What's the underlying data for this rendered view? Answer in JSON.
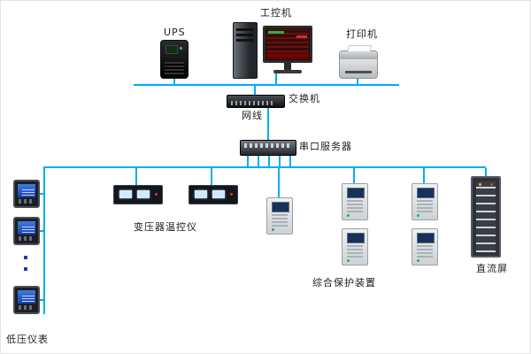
{
  "diagram": {
    "type": "network-topology",
    "line_color": "#00AEEF",
    "labels": {
      "workstation": "工控机",
      "ups": "UPS",
      "printer": "打印机",
      "switch": "交换机",
      "network_cable": "网线",
      "serial_server": "串口服务器",
      "transformer_temp_controller": "变压器温控仪",
      "protection_device": "综合保护装置",
      "dc_panel": "直流屏",
      "low_voltage_meter": "低压仪表"
    }
  }
}
